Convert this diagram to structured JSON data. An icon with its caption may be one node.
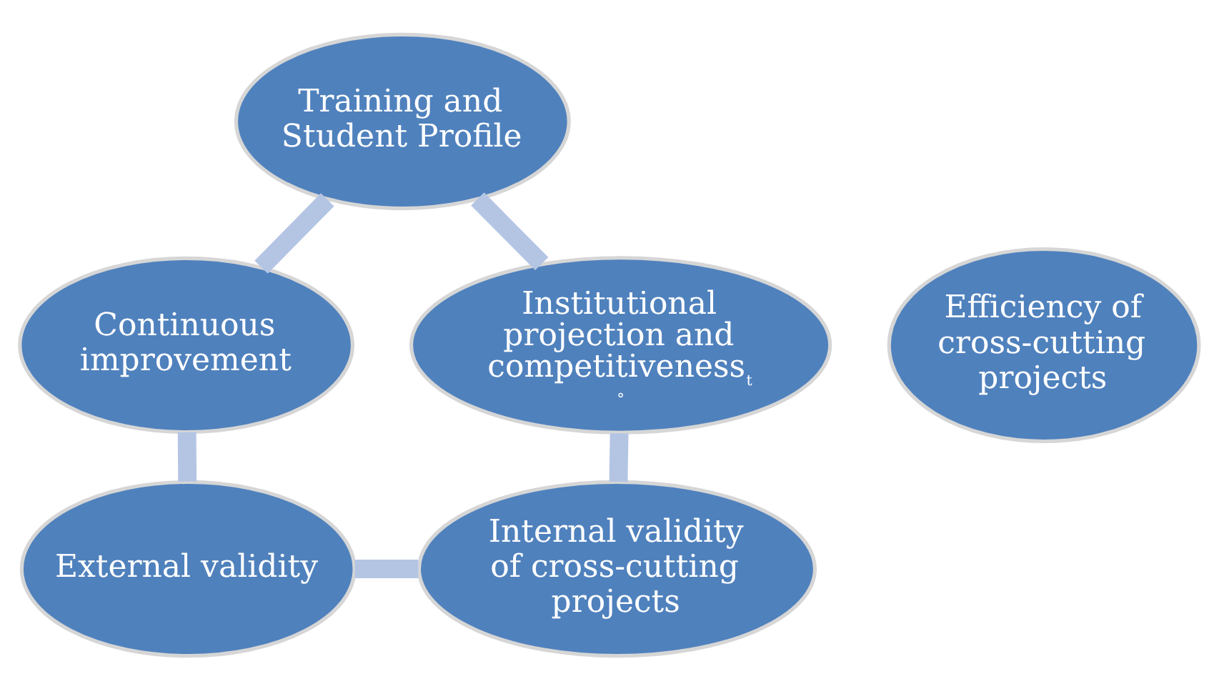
{
  "diagram": {
    "nodes": [
      {
        "text": [
          "Training and Student Profile"
        ]
      },
      {
        "text": [
          "Continuous improvement"
        ]
      },
      {
        "text": [
          "Efficiency of cross-cutting projects"
        ]
      },
      {
        "text": [
          "Institutional projection and competitiveness$_{t}$",
          "$_{°}$"
        ]
      },
      {
        "text": [
          "External validity"
        ]
      },
      {
        "text": [
          "Internal validity of cross-cutting projects"
        ]
      }
    ],
    "edges": [
      {
        "from": 0,
        "to": 1,
        "arrow": "none"
      },
      {
        "from": 0,
        "to": 3,
        "arrow": "none"
      },
      {
        "from": 1,
        "to": 4,
        "arrow": "none"
      },
      {
        "from": 3,
        "to": 5,
        "arrow": "none"
      },
      {
        "from": 4,
        "to": 5,
        "arrow": "none"
      }
    ]
  }
}
